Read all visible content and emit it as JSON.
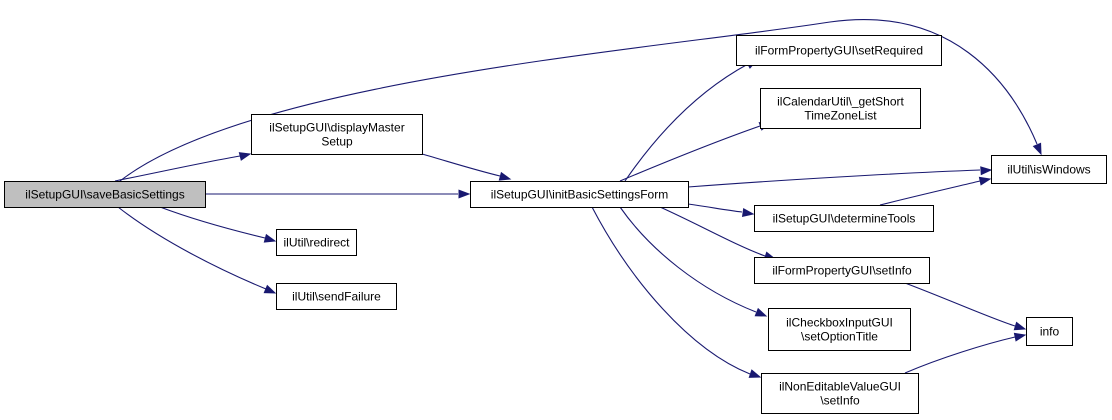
{
  "graph": {
    "edge_color": "#191970",
    "root_fill": "#bfbfbf",
    "nodes": [
      {
        "id": "save",
        "lines": [
          "ilSetupGUI\\saveBasicSettings"
        ],
        "root": true
      },
      {
        "id": "display",
        "lines": [
          "ilSetupGUI\\displayMaster",
          "Setup"
        ]
      },
      {
        "id": "init",
        "lines": [
          "ilSetupGUI\\initBasicSettingsForm"
        ]
      },
      {
        "id": "redirect",
        "lines": [
          "ilUtil\\redirect"
        ]
      },
      {
        "id": "sendfail",
        "lines": [
          "ilUtil\\sendFailure"
        ]
      },
      {
        "id": "setreq",
        "lines": [
          "ilFormPropertyGUI\\setRequired"
        ]
      },
      {
        "id": "tz",
        "lines": [
          "ilCalendarUtil\\_getShort",
          "TimeZoneList"
        ]
      },
      {
        "id": "iswin",
        "lines": [
          "ilUtil\\isWindows"
        ]
      },
      {
        "id": "tools",
        "lines": [
          "ilSetupGUI\\determineTools"
        ]
      },
      {
        "id": "setinfo",
        "lines": [
          "ilFormPropertyGUI\\setInfo"
        ]
      },
      {
        "id": "chk",
        "lines": [
          "ilCheckboxInputGUI",
          "\\setOptionTitle"
        ]
      },
      {
        "id": "info",
        "lines": [
          "info"
        ]
      },
      {
        "id": "nonedit",
        "lines": [
          "ilNonEditableValueGUI",
          "\\setInfo"
        ]
      }
    ],
    "edges": [
      {
        "from": "save",
        "to": "display"
      },
      {
        "from": "save",
        "to": "init"
      },
      {
        "from": "save",
        "to": "redirect"
      },
      {
        "from": "save",
        "to": "sendfail"
      },
      {
        "from": "save",
        "to": "iswin"
      },
      {
        "from": "display",
        "to": "init"
      },
      {
        "from": "init",
        "to": "setreq"
      },
      {
        "from": "init",
        "to": "tz"
      },
      {
        "from": "init",
        "to": "iswin"
      },
      {
        "from": "init",
        "to": "tools"
      },
      {
        "from": "init",
        "to": "setinfo"
      },
      {
        "from": "init",
        "to": "chk"
      },
      {
        "from": "init",
        "to": "nonedit"
      },
      {
        "from": "tools",
        "to": "iswin"
      },
      {
        "from": "setinfo",
        "to": "info"
      },
      {
        "from": "nonedit",
        "to": "info"
      }
    ]
  }
}
